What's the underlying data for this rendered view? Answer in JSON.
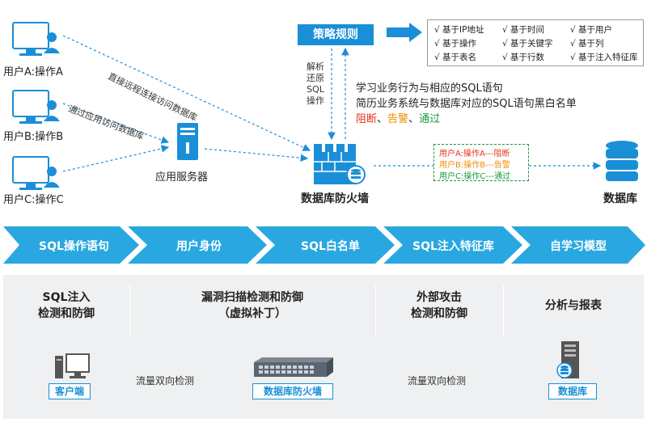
{
  "users": [
    {
      "label": "用户A:操作A"
    },
    {
      "label": "用户B:操作B"
    },
    {
      "label": "用户C:操作C"
    }
  ],
  "connections": {
    "direct": "直接远程连接访问数据库",
    "via_app": "通过应用访问数据库"
  },
  "app_server": {
    "label": "应用服务器"
  },
  "firewall": {
    "label": "数据库防火墙"
  },
  "database": {
    "label": "数据库"
  },
  "policy": {
    "title": "策略规则",
    "rules": [
      "√ 基于IP地址",
      "√ 基于时间",
      "√ 基于用户",
      "√ 基于操作",
      "√ 基于关键字",
      "√ 基于列",
      "√ 基于表名",
      "√ 基于行数",
      "√ 基于注入特征库"
    ]
  },
  "parse": {
    "lines": [
      "解析",
      "还原",
      "SQL",
      "操作"
    ]
  },
  "learn": {
    "line1": "学习业务行为与相应的SQL语句",
    "line2": "简历业务系统与数据库对应的SQL语句黑白名单",
    "block": "阻断",
    "sep1": "、",
    "alert": "告警",
    "sep2": "、",
    "pass": "通过"
  },
  "results": [
    {
      "text": "用户A:操作A---阻断",
      "color": "#e8321e"
    },
    {
      "text": "用户B:操作B---告警",
      "color": "#f08c00"
    },
    {
      "text": "用户C:操作C---通过",
      "color": "#1a9a3a"
    }
  ],
  "steps": [
    "SQL操作语句",
    "用户身份",
    "SQL白名单",
    "SQL注入特征库",
    "自学习模型"
  ],
  "features": [
    {
      "lines": [
        "SQL注入",
        "检测和防御"
      ]
    },
    {
      "lines": [
        "漏洞扫描检测和防御",
        "（虚拟补丁）"
      ]
    },
    {
      "lines": [
        "外部攻击",
        "检测和防御"
      ]
    },
    {
      "lines": [
        "分析与报表"
      ]
    }
  ],
  "bottom": {
    "client": "客户端",
    "flow_left": "流量双向检测",
    "firewall": "数据库防火墙",
    "flow_right": "流量双向检测",
    "database": "数据库"
  },
  "colors": {
    "blue": "#1a8fd8",
    "arrow": "#29a7e1",
    "block": "#e8321e",
    "alert": "#f08c00",
    "pass": "#1a9a3a",
    "panel": "#eef0f2"
  }
}
